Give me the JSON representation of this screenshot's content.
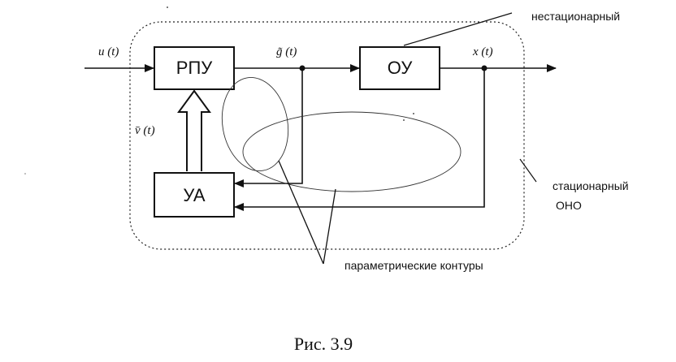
{
  "diagram": {
    "blocks": {
      "rpu": "РПУ",
      "ou": "ОУ",
      "ua": "УА"
    },
    "signals": {
      "input": "u (t)",
      "intermediate": "g̃ (t)",
      "output": "x (t)",
      "adaptation": "v̄ (t)"
    },
    "notes": {
      "nonstationary": "нестационарный",
      "stationary_line1": "стационарный",
      "stationary_line2": "ОНО",
      "parametric": "параметрические контуры"
    },
    "caption": "Рис. 3.9"
  }
}
